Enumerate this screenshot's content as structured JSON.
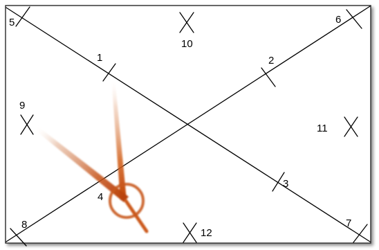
{
  "colors": {
    "line": "#000000",
    "background": "#ffffff",
    "border": "#2a2a2a",
    "accent": "#d2601a"
  },
  "points": [
    {
      "id": "1",
      "label": "1",
      "mark": "tick"
    },
    {
      "id": "2",
      "label": "2",
      "mark": "tick"
    },
    {
      "id": "3",
      "label": "3",
      "mark": "tick"
    },
    {
      "id": "4",
      "label": "4",
      "mark": "circle"
    },
    {
      "id": "5",
      "label": "5",
      "mark": "tick"
    },
    {
      "id": "6",
      "label": "6",
      "mark": "tick"
    },
    {
      "id": "7",
      "label": "7",
      "mark": "tick"
    },
    {
      "id": "8",
      "label": "8",
      "mark": "tick"
    },
    {
      "id": "9",
      "label": "9",
      "mark": "cross"
    },
    {
      "id": "10",
      "label": "10",
      "mark": "cross"
    },
    {
      "id": "11",
      "label": "11",
      "mark": "cross"
    },
    {
      "id": "12",
      "label": "12",
      "mark": "cross"
    }
  ]
}
